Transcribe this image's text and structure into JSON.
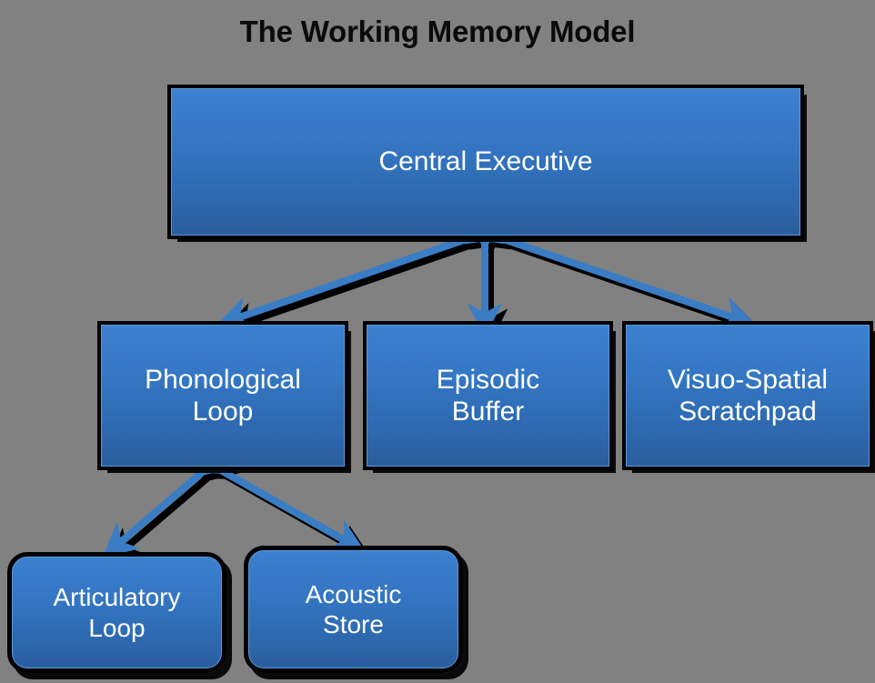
{
  "diagram": {
    "title": "The Working Memory Model",
    "background_color": "#818181",
    "title_color": "#0a0a0a",
    "node_fill_top": "#3d80cf",
    "node_fill_bottom": "#2a5e9d",
    "node_border_color": "#000000",
    "node_text_color": "#ffffff",
    "arrow_color": "#3a7dc4",
    "arrow_shadow_color": "#000000",
    "nodes": [
      {
        "id": "central-executive",
        "label": "Central Executive",
        "shape": "rectangle"
      },
      {
        "id": "phonological-loop",
        "label": "Phonological\nLoop",
        "shape": "rectangle"
      },
      {
        "id": "episodic-buffer",
        "label": "Episodic\nBuffer",
        "shape": "rectangle"
      },
      {
        "id": "visuo-spatial-scratchpad",
        "label": "Visuo-Spatial\nScratchpad",
        "shape": "rectangle"
      },
      {
        "id": "articulatory-loop",
        "label": "Articulatory\nLoop",
        "shape": "rounded-rectangle"
      },
      {
        "id": "acoustic-store",
        "label": "Acoustic\nStore",
        "shape": "rounded-rectangle"
      }
    ],
    "connections": [
      {
        "id": "ce-to-phonological-loop",
        "from": "central-executive",
        "to": "phonological-loop",
        "style": "double-headed-arrow"
      },
      {
        "id": "ce-to-episodic-buffer",
        "from": "central-executive",
        "to": "episodic-buffer",
        "style": "double-headed-arrow"
      },
      {
        "id": "ce-to-visuo-spatial-scratchpad",
        "from": "central-executive",
        "to": "visuo-spatial-scratchpad",
        "style": "double-headed-arrow"
      },
      {
        "id": "pl-to-articulatory-loop",
        "from": "phonological-loop",
        "to": "articulatory-loop",
        "style": "double-headed-arrow"
      },
      {
        "id": "pl-to-acoustic-store",
        "from": "phonological-loop",
        "to": "acoustic-store",
        "style": "double-headed-arrow"
      }
    ]
  }
}
